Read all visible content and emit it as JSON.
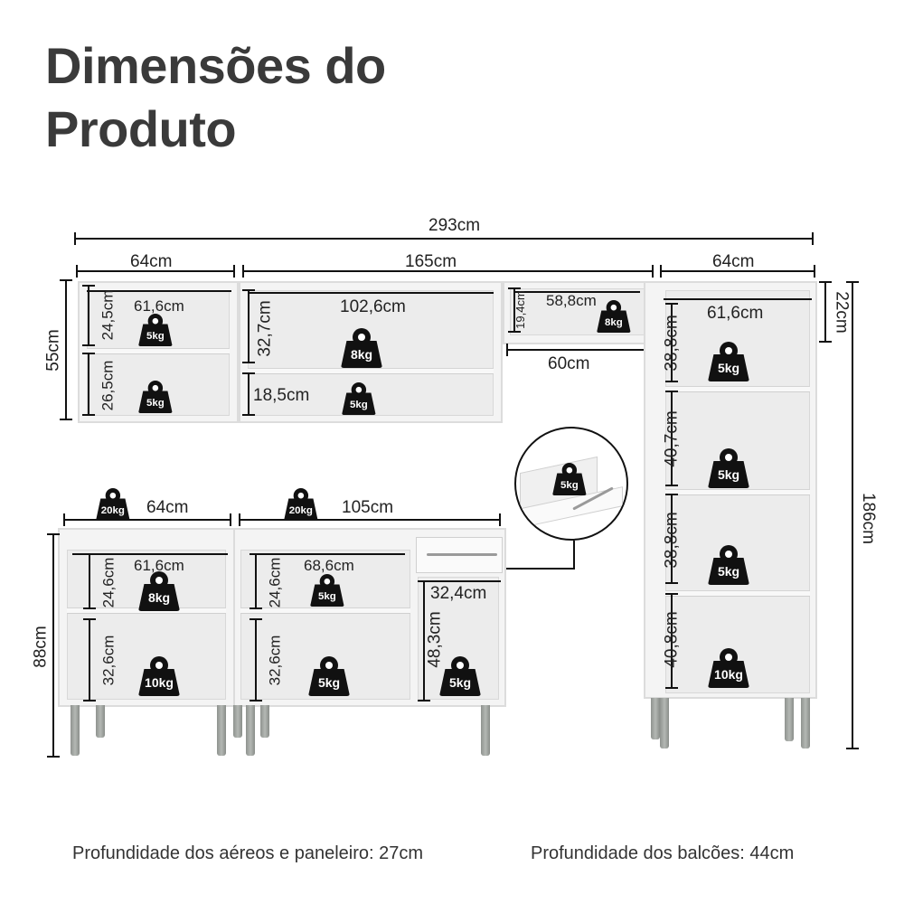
{
  "title": {
    "line1": "Dimensões do",
    "line2": "Produto"
  },
  "overall": {
    "width": "293cm",
    "tall_height": "186cm"
  },
  "upper": {
    "left_width": "64cm",
    "mid_width": "165cm",
    "height": "55cm",
    "left": {
      "inner_width": "61,6cm",
      "top_h": "24,5cm",
      "bottom_h": "26,5cm",
      "top_wt": "5kg",
      "bottom_wt": "5kg"
    },
    "mid": {
      "inner_width": "102,6cm",
      "top_h": "32,7cm",
      "bottom_h": "18,5cm",
      "top_wt": "8kg",
      "bottom_wt": "5kg"
    },
    "right": {
      "inner_width": "58,8cm",
      "h": "19,4cm",
      "wt": "8kg",
      "width": "60cm"
    }
  },
  "tall": {
    "width": "64cm",
    "top_gap": "22cm",
    "inner_width": "61,6cm",
    "shelves": [
      {
        "h": "38,8cm",
        "wt": "5kg"
      },
      {
        "h": "40,7cm",
        "wt": "5kg"
      },
      {
        "h": "38,8cm",
        "wt": "5kg"
      },
      {
        "h": "40,8cm",
        "wt": "10kg"
      }
    ]
  },
  "base": {
    "height": "88cm",
    "left": {
      "width": "64cm",
      "top_wt": "20kg",
      "inner_width": "61,6cm",
      "top_h": "24,6cm",
      "bottom_h": "32,6cm",
      "w1": "8kg",
      "w2": "10kg"
    },
    "mid": {
      "width": "105cm",
      "top_wt": "20kg",
      "inner_width": "68,6cm",
      "top_h": "24,6cm",
      "bottom_h": "32,6cm",
      "w1": "5kg",
      "w2": "5kg",
      "side_width": "32,4cm",
      "side_h": "48,3cm",
      "side_wt": "5kg"
    },
    "drawer_wt": "5kg"
  },
  "footer": {
    "aereos": "Profundidade dos aéreos e paneleiro: 27cm",
    "balcoes": "Profundidade dos balcões: 44cm"
  }
}
